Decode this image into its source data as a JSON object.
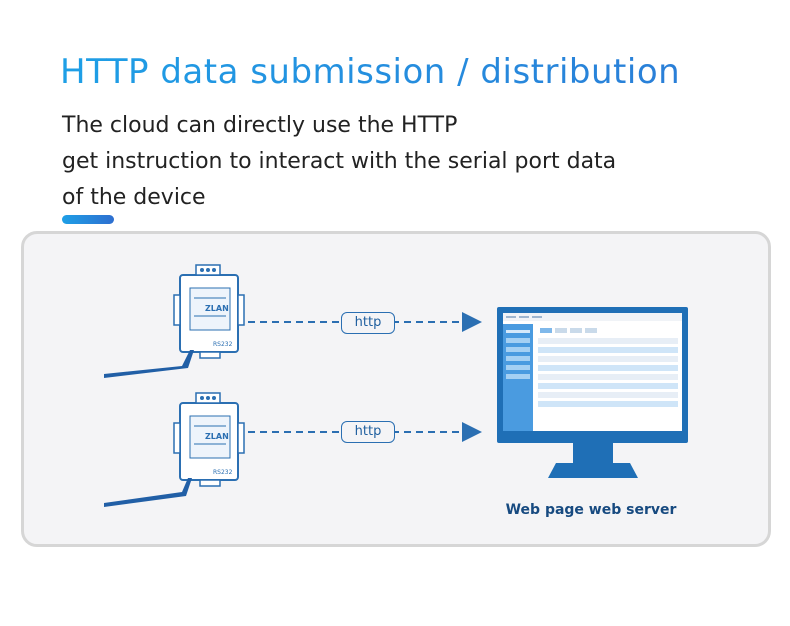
{
  "title": "HTTP data submission / distribution",
  "description": [
    "The cloud can directly use the HTTP",
    "get instruction to interact with the serial port data",
    "of the device"
  ],
  "arrows": [
    {
      "label": "http"
    },
    {
      "label": "http"
    }
  ],
  "device": {
    "brand": "ZLAN",
    "port": "RS232"
  },
  "server": {
    "caption": "Web page web server"
  },
  "colors": {
    "title_gradient_start": "#1e9fe6",
    "title_gradient_end": "#2a7fd8",
    "arrow": "#2b6fb2",
    "monitor": "#1f6fb6",
    "antenna": "#215fa6"
  }
}
